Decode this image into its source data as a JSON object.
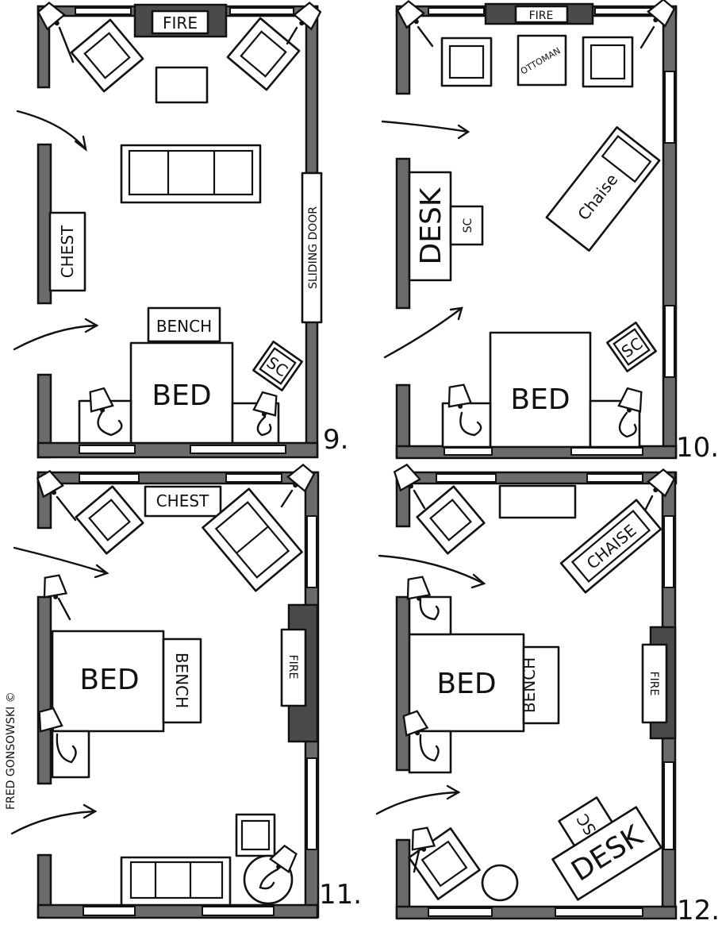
{
  "plans": [
    {
      "number": "9.",
      "labels": {
        "fire": "FIRE",
        "chest": "CHEST",
        "sliding_door": "SLIDING DOOR",
        "bench": "BENCH",
        "bed": "BED",
        "sc": "SC"
      }
    },
    {
      "number": "10.",
      "labels": {
        "fire": "FIRE",
        "ottoman": "OTTOMAN",
        "desk": "DESK",
        "sc": "SC",
        "chaise": "Chaise",
        "bed": "BED",
        "sc2": "SC"
      }
    },
    {
      "number": "11.",
      "labels": {
        "chest": "CHEST",
        "bed": "BED",
        "bench": "BENCH",
        "fire": "FIRE"
      }
    },
    {
      "number": "12.",
      "labels": {
        "chaise": "CHAISE",
        "bed": "BED",
        "bench": "BENCH",
        "fire": "FIRE",
        "sc": "SC",
        "desk": "DESK"
      }
    }
  ],
  "signature": "FRED GONSOWSKI ©"
}
